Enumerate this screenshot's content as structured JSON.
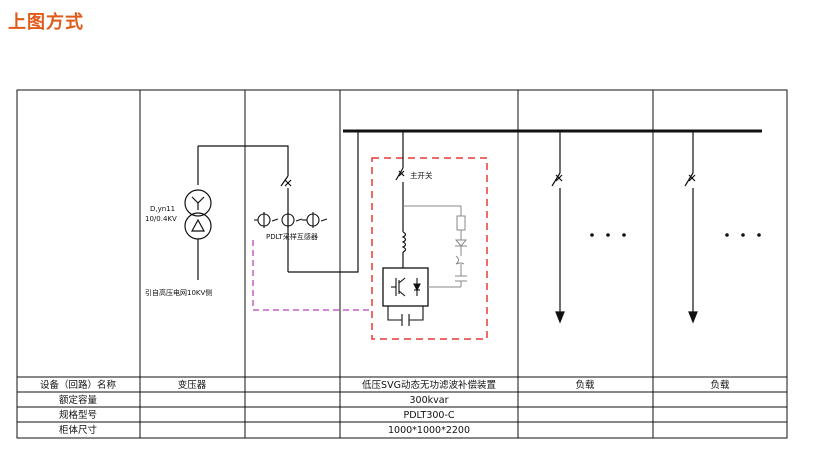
{
  "page_title": "上图方式",
  "transformer": {
    "label_line1": "D,yn11",
    "label_line2": "10/0.4KV",
    "source_label": "引自高压电网10KV侧"
  },
  "sensor": {
    "label": "PDLT采样互感器"
  },
  "svg_unit": {
    "switch_label": "主开关"
  },
  "table": {
    "row_headers": [
      "设备（回路）名称",
      "额定容量",
      "规格型号",
      "柜体尺寸"
    ],
    "names": [
      "变压器",
      "",
      "低压SVG动态无功滤波补偿装置",
      "负载",
      "负载"
    ],
    "capacity": "300kvar",
    "model": "PDLT300-C",
    "size": "1000*1000*2200"
  },
  "colors": {
    "title": "#e05a1a",
    "dashed_box": "#e53935",
    "control_wire": "#c060c0",
    "line": "#111111"
  }
}
